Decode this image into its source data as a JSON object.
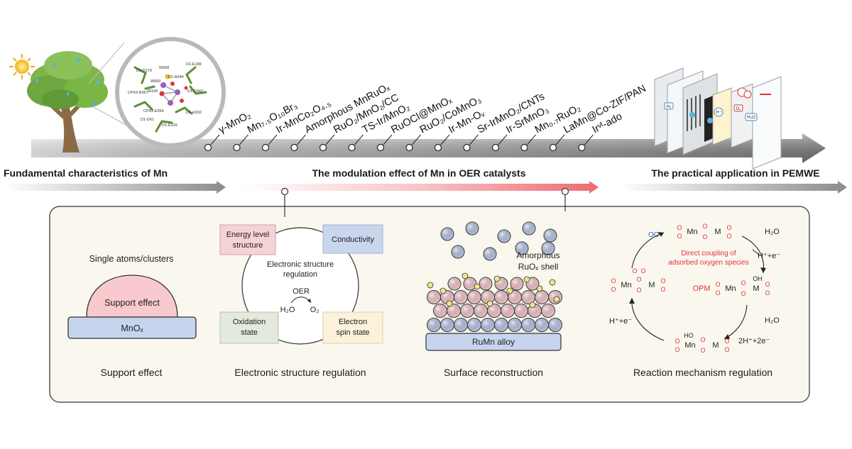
{
  "timeline": {
    "catalysts": [
      "γ-MnO₂",
      "Mn₇.₅O₁₀Br₃",
      "Ir-MnCo₂O₄.₅",
      "Amorphous MnRuOₓ",
      "RuO₂/MnO₂/CC",
      "TS-Ir/MnO₂",
      "RuOCl@MnOₓ",
      "RuO₂/CoMnO₃",
      "Ir-Mn-Oᵥ",
      "Sr-IrMnO₂/CNTs",
      "Ir-SrMnO₃",
      "Mn₀.₇RuO₂",
      "LaMn@Co-ZIF/PAN",
      "Irᵛᴵ-ado"
    ],
    "protein_labels": [
      "D1-D170",
      "D1-E189",
      "W568",
      "D1-A344",
      "D1-D342",
      "W600",
      "W100",
      "CP43-R357",
      "D1-H332",
      "CP43-E354",
      "D1-D61",
      "D1-E333"
    ],
    "electrolyzer_labels": [
      "H₂",
      "H⁺",
      "O₂",
      "H₂O"
    ]
  },
  "sections": {
    "left": "Fundamental characteristics of Mn",
    "middle": "The modulation effect of Mn in OER catalysts",
    "right": "The practical application in PEMWE"
  },
  "panels": {
    "support": {
      "top_label": "Single atoms/clusters",
      "dome_label": "Support effect",
      "base_label": "MnOₓ",
      "caption": "Support effect"
    },
    "electronic": {
      "box_energy": [
        "Energy level",
        "structure"
      ],
      "box_conductivity": "Conductivity",
      "circle_title": [
        "Electronic structure",
        "regulation"
      ],
      "oer": "OER",
      "water": "H₂O",
      "oxygen": "O₂",
      "box_oxidation": [
        "Oxidation",
        "state"
      ],
      "box_spin": [
        "Electron",
        "spin state"
      ],
      "caption": "Electronic structure regulation"
    },
    "surface": {
      "shell_label": [
        "Amorphous",
        "RuOₓ shell"
      ],
      "base_label": "RuMn alloy",
      "caption": "Surface reconstruction"
    },
    "mechanism": {
      "center_label": "OPM",
      "coupling_label": [
        "Direct coupling of",
        "adsorbed oxygen species"
      ],
      "step_water_1": "H₂O",
      "step_proton_1": "H⁺+e⁻",
      "step_water_2": "H₂O",
      "step_proton_2": "2H⁺+2e⁻",
      "step_proton_3": "H⁺+e⁻",
      "oxygen_release": "OO",
      "metal_mn": "Mn",
      "metal_m": "M",
      "oxygen": "O",
      "hydroxyl": "OH",
      "ho": "HO",
      "caption": "Reaction mechanism regulation"
    }
  },
  "colors": {
    "oer_red": "#e0323a",
    "water_blue": "#2a63c8",
    "panel_bg": "#faf8ee",
    "energy_box": "#f7d2d5",
    "conductivity_box": "#c9d6ee",
    "oxidation_box": "#e3e9dc",
    "spin_box": "#fbf2d9",
    "sphere_blue": "#b9c9ea",
    "sphere_pink": "#f7c8cc",
    "sphere_yellow": "#f1e48a"
  }
}
